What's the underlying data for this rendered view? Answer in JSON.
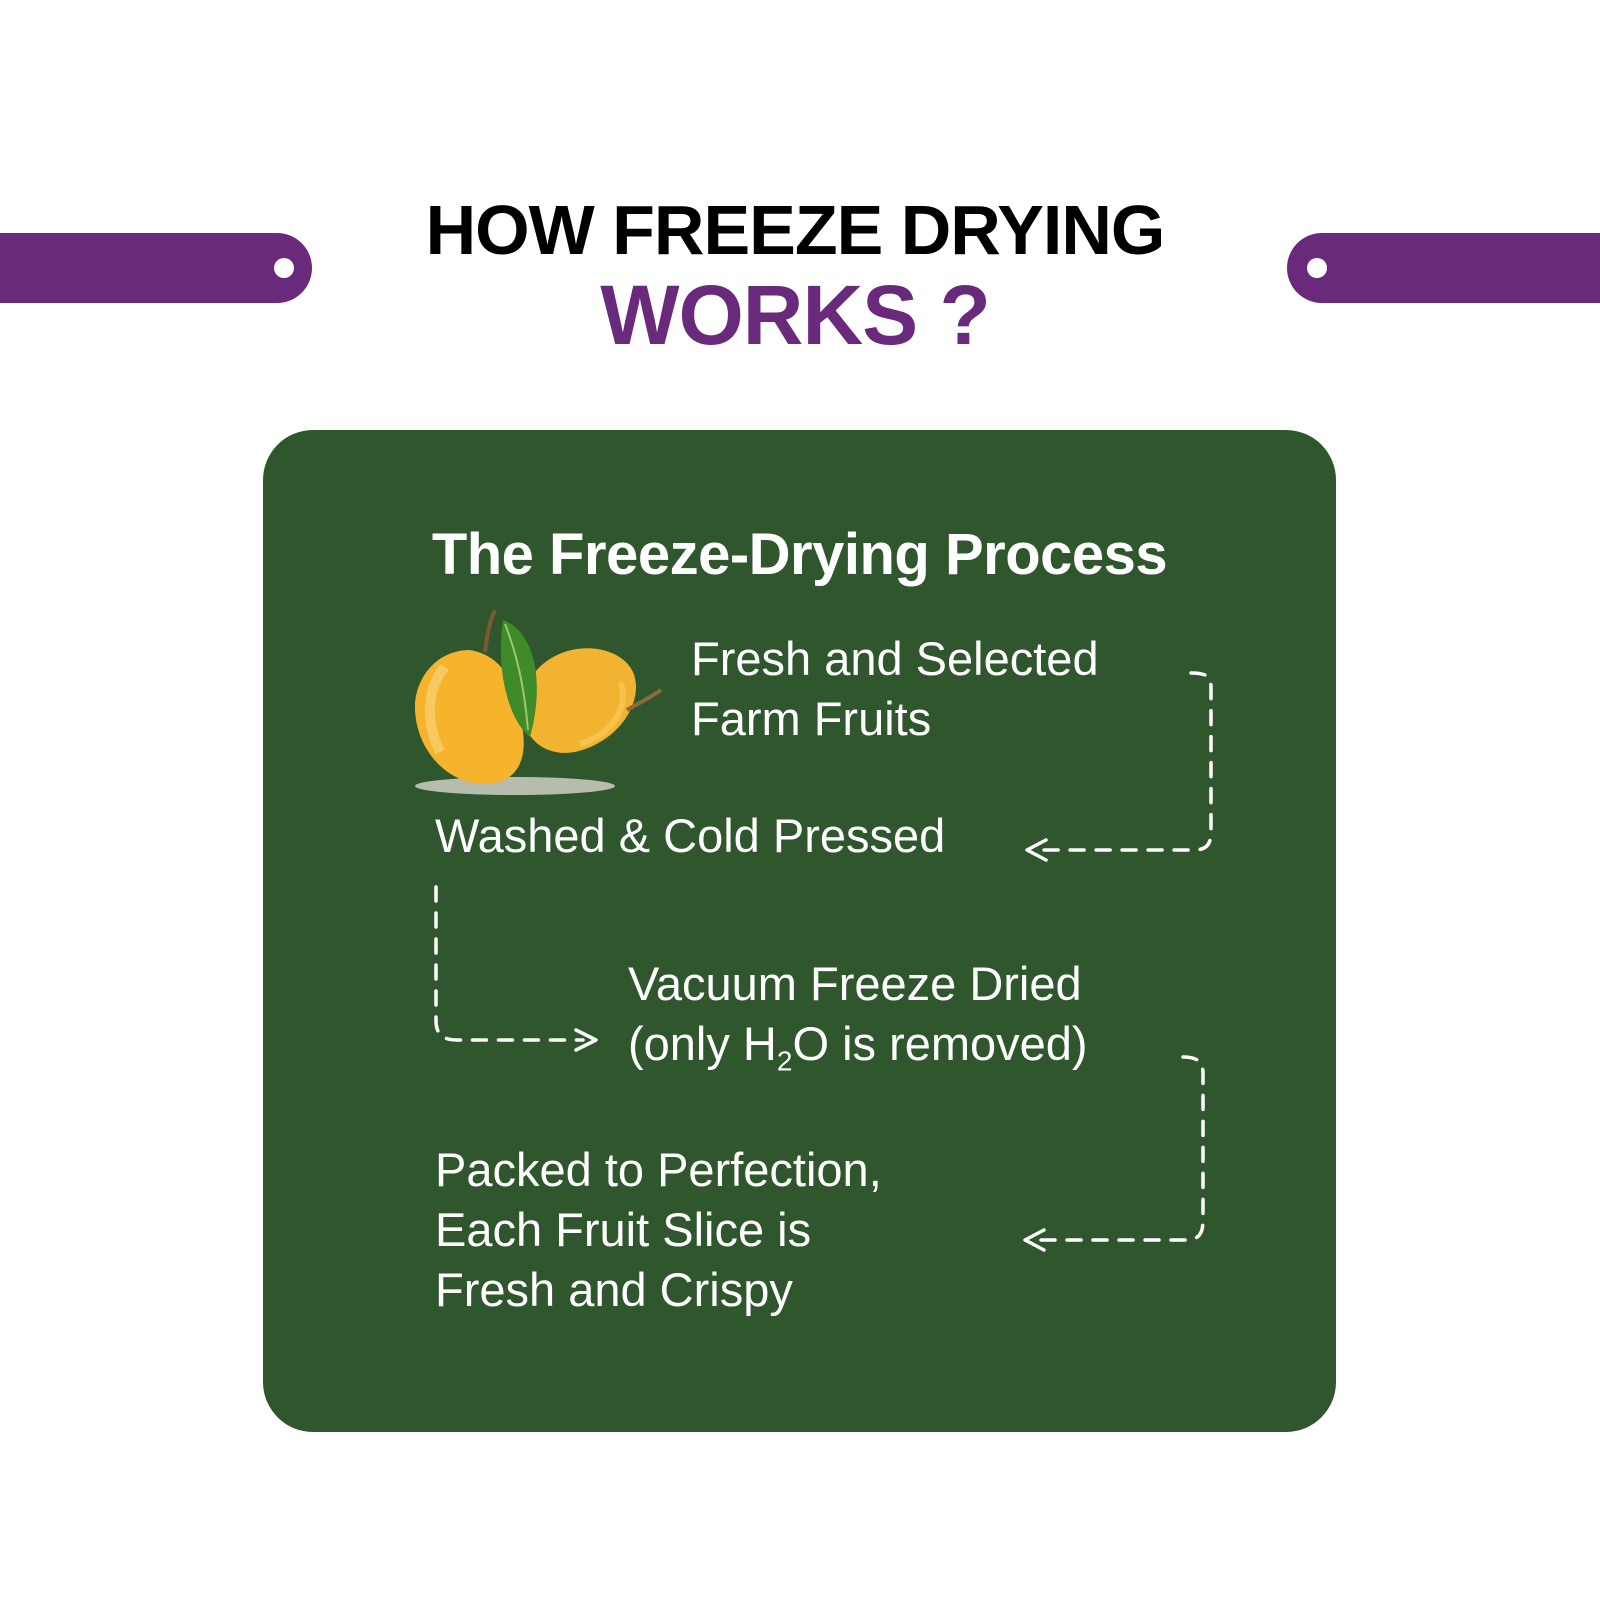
{
  "colors": {
    "purple": "#6a2a7c",
    "panel_green": "#2f562d",
    "mango_yellow": "#f2b330",
    "leaf_green": "#3f8a2a"
  },
  "header": {
    "line1": "HOW FREEZE DRYING",
    "line2": "WORKS ?"
  },
  "panel": {
    "title": "The Freeze-Drying Process",
    "image_icon": "mango-icon",
    "steps": [
      {
        "lines": [
          "Fresh and Selected",
          "Farm Fruits"
        ]
      },
      {
        "lines": [
          "Washed & Cold Pressed"
        ]
      },
      {
        "lines": [
          "Vacuum Freeze Dried"
        ],
        "prefix": "(only H",
        "subscript": "2",
        "suffix": "O is removed)"
      },
      {
        "lines": [
          "Packed to Perfection,",
          "Each Fruit Slice is",
          "Fresh and Crispy"
        ]
      }
    ]
  }
}
